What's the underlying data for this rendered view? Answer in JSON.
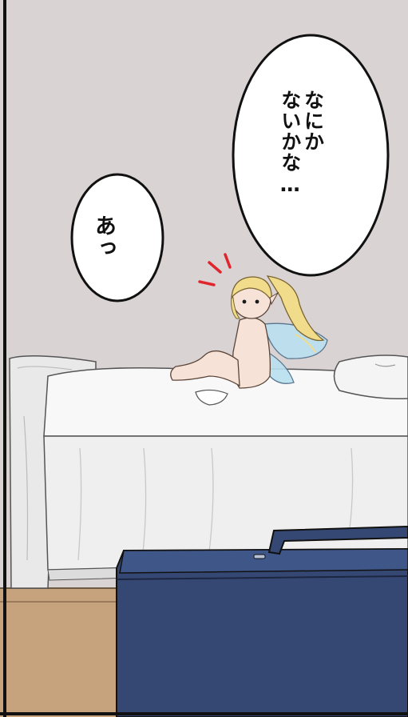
{
  "speech_bubbles": {
    "left": {
      "text": "あっ"
    },
    "right": {
      "line1": "なにか",
      "line2": "ないかな…"
    }
  },
  "colors": {
    "wall": "#dad3d4",
    "floor": "#c7a37d",
    "sheet": "#f6f6f6",
    "case": "#354873",
    "hair": "#f1dc8c",
    "wings": "#b9e0f0",
    "alert_marks": "#e0262d",
    "frame": "#111111"
  }
}
